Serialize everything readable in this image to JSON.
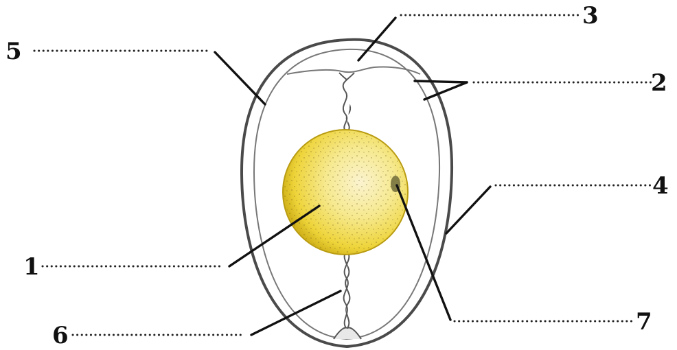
{
  "labels": {
    "l1": "1",
    "l2": "2",
    "l3": "3",
    "l4": "4",
    "l5": "5",
    "l6": "6",
    "l7": "7"
  },
  "colors": {
    "yolk": "#f0d93a",
    "yolk_edge": "#c9a915",
    "shell": "#555555",
    "membrane": "#8a8a8a"
  }
}
